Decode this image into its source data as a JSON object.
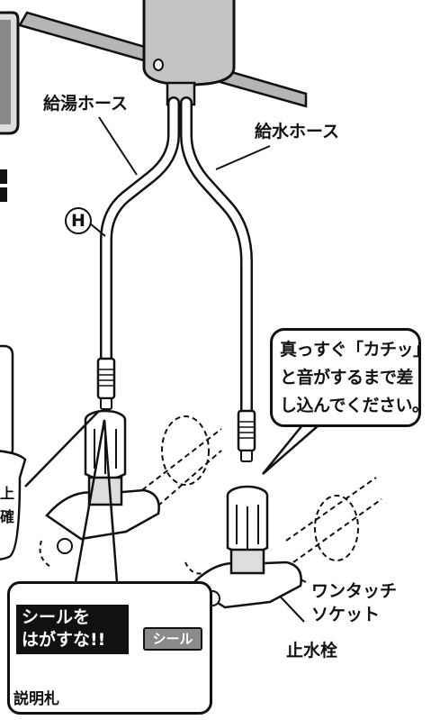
{
  "labels": {
    "hot_hose": "給湯ホース",
    "cold_hose": "給水ホース",
    "marker_h": "H",
    "one_touch_line1": "ワンタッチ",
    "one_touch_line2": "ソケット",
    "stop_valve": "止水栓",
    "tag": "説明札",
    "seal": "シール",
    "clipped_1": "上",
    "clipped_2": "確"
  },
  "callout": {
    "line1": "真っすぐ「カチッ」",
    "line2": "と音がするまで差",
    "line3": "し込んでください。"
  },
  "warning": {
    "line1": "シールを",
    "line2": "はがすな!!"
  }
}
